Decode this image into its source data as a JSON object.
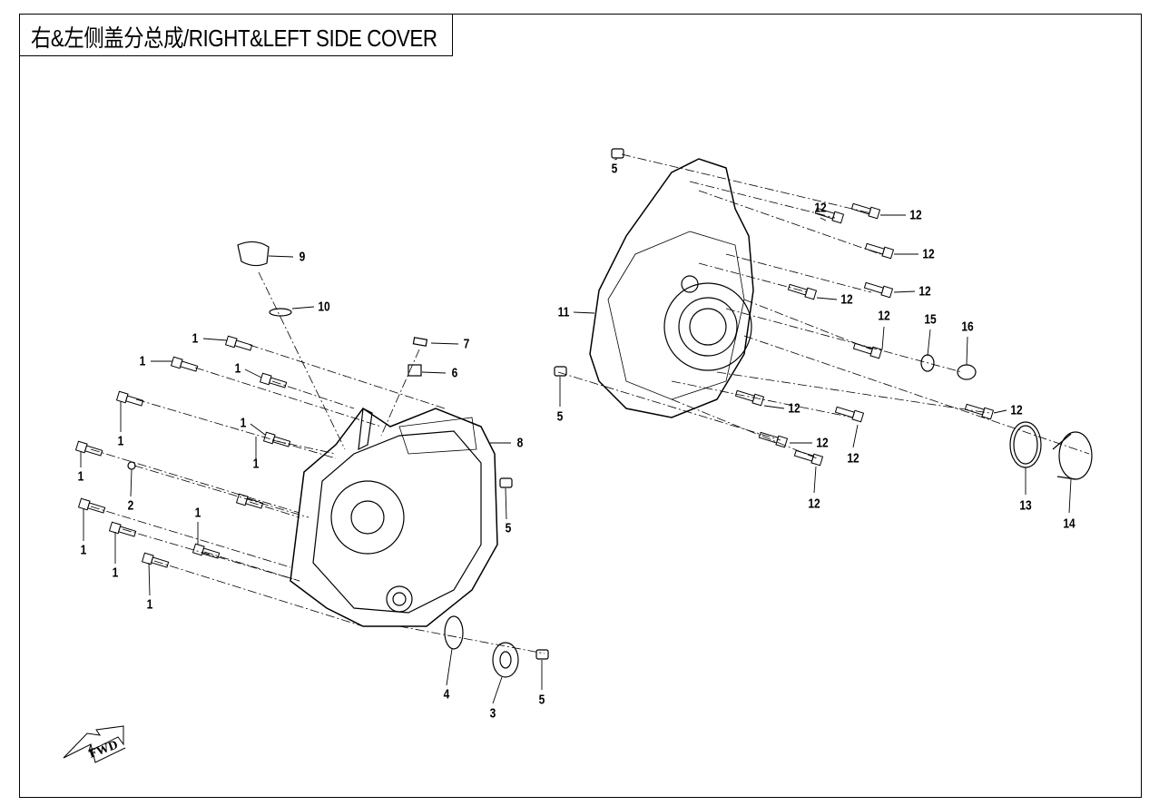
{
  "title": "右&左侧盖分总成/RIGHT&LEFT SIDE COVER",
  "fwd_arrow": "FWD",
  "callouts_left": [
    "9",
    "10",
    "7",
    "6",
    "8",
    "1",
    "1",
    "1",
    "1",
    "1",
    "1",
    "2",
    "1",
    "5",
    "1",
    "1",
    "1",
    "1",
    "4",
    "3",
    "5"
  ],
  "callouts_right": [
    "5",
    "12",
    "12",
    "12",
    "12",
    "12",
    "11",
    "12",
    "15",
    "16",
    "5",
    "12",
    "12",
    "12",
    "12",
    "12",
    "13",
    "14"
  ]
}
